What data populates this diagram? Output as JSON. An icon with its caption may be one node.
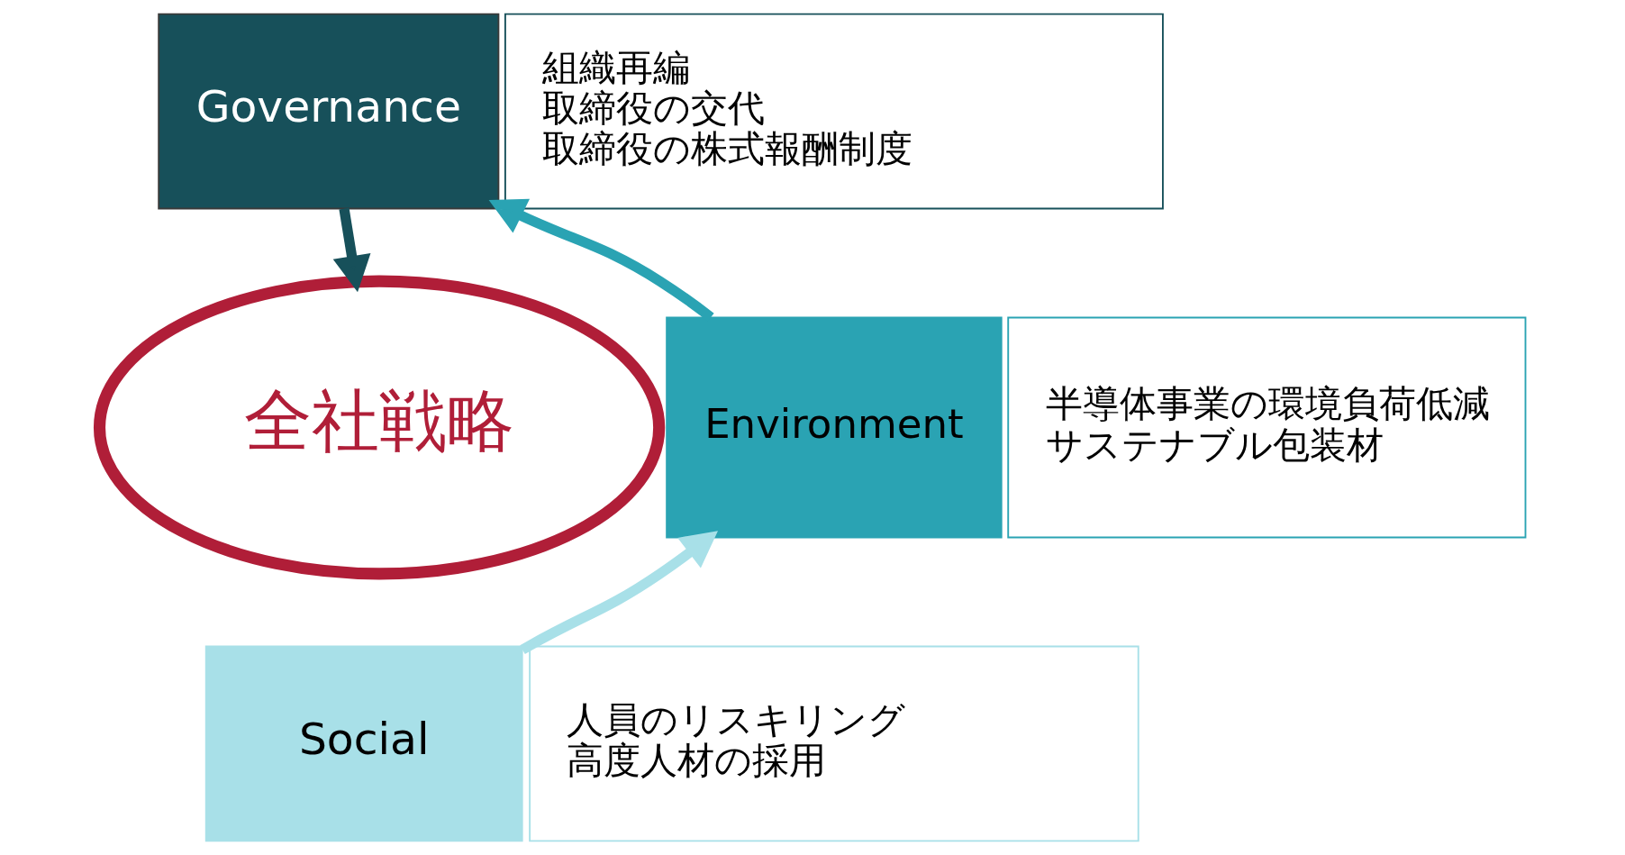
{
  "diagram": {
    "nodes": [
      {
        "text": [
          "Governance"
        ]
      },
      {
        "text": [
          "組織再編",
          "取締役の交代",
          "取締役の株式報酬制度"
        ]
      },
      {
        "text": [
          "全社戦略"
        ]
      },
      {
        "text": [
          "Environment"
        ]
      },
      {
        "text": [
          "半導体事業の環境負荷低減",
          "サステナブル包装材"
        ]
      },
      {
        "text": [
          "Social"
        ]
      },
      {
        "text": [
          "人員のリスキリング",
          "高度人材の採用"
        ]
      }
    ],
    "edges": [
      {
        "from": 0,
        "to": 2,
        "arrow": "to",
        "color": "#17505a"
      },
      {
        "from": 3,
        "to": 0,
        "arrow": "to",
        "color": "#2aa3b3"
      },
      {
        "from": 5,
        "to": 3,
        "arrow": "to",
        "color": "#a8e0e8"
      }
    ]
  }
}
